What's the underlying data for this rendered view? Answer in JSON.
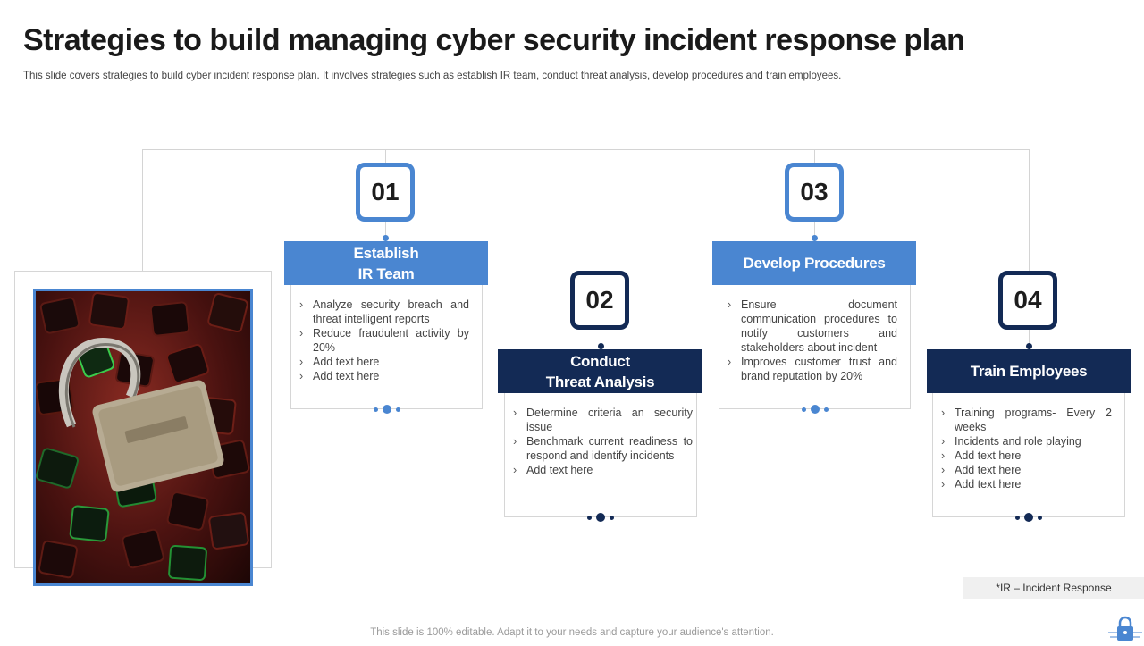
{
  "header": {
    "title": "Strategies to build managing cyber security incident response plan",
    "subtitle": "This slide covers strategies to build cyber incident response plan. It involves strategies such as establish IR team, conduct threat analysis, develop procedures and train employees."
  },
  "steps": [
    {
      "number": "01",
      "title_line1": "Establish",
      "title_line2": "IR Team",
      "bullets": [
        "Analyze security breach and threat intelligent reports",
        "Reduce fraudulent activity by 20%",
        "Add text here",
        "Add text here"
      ]
    },
    {
      "number": "02",
      "title_line1": "Conduct",
      "title_line2": "Threat Analysis",
      "bullets": [
        "Determine criteria an security issue",
        "Benchmark current readiness to respond and identify incidents",
        "Add text here"
      ]
    },
    {
      "number": "03",
      "title_line1": "Develop Procedures",
      "title_line2": "",
      "bullets": [
        "Ensure document communication procedures to notify customers and stakeholders about incident",
        "Improves customer trust and brand reputation by 20%"
      ]
    },
    {
      "number": "04",
      "title_line1": "Train Employees",
      "title_line2": "",
      "bullets": [
        "Training programs- Every 2 weeks",
        "Incidents and role playing",
        "Add text here",
        "Add text here",
        "Add text here"
      ]
    }
  ],
  "footnote": "*IR – Incident Response",
  "footer": "This slide is 100% editable. Adapt it to your needs and capture your audience's attention.",
  "icons": {
    "photo": "padlock-keyboard-photo",
    "corner": "lock-icon"
  },
  "colors": {
    "accent_light": "#4a86d1",
    "accent_dark": "#132a55"
  }
}
